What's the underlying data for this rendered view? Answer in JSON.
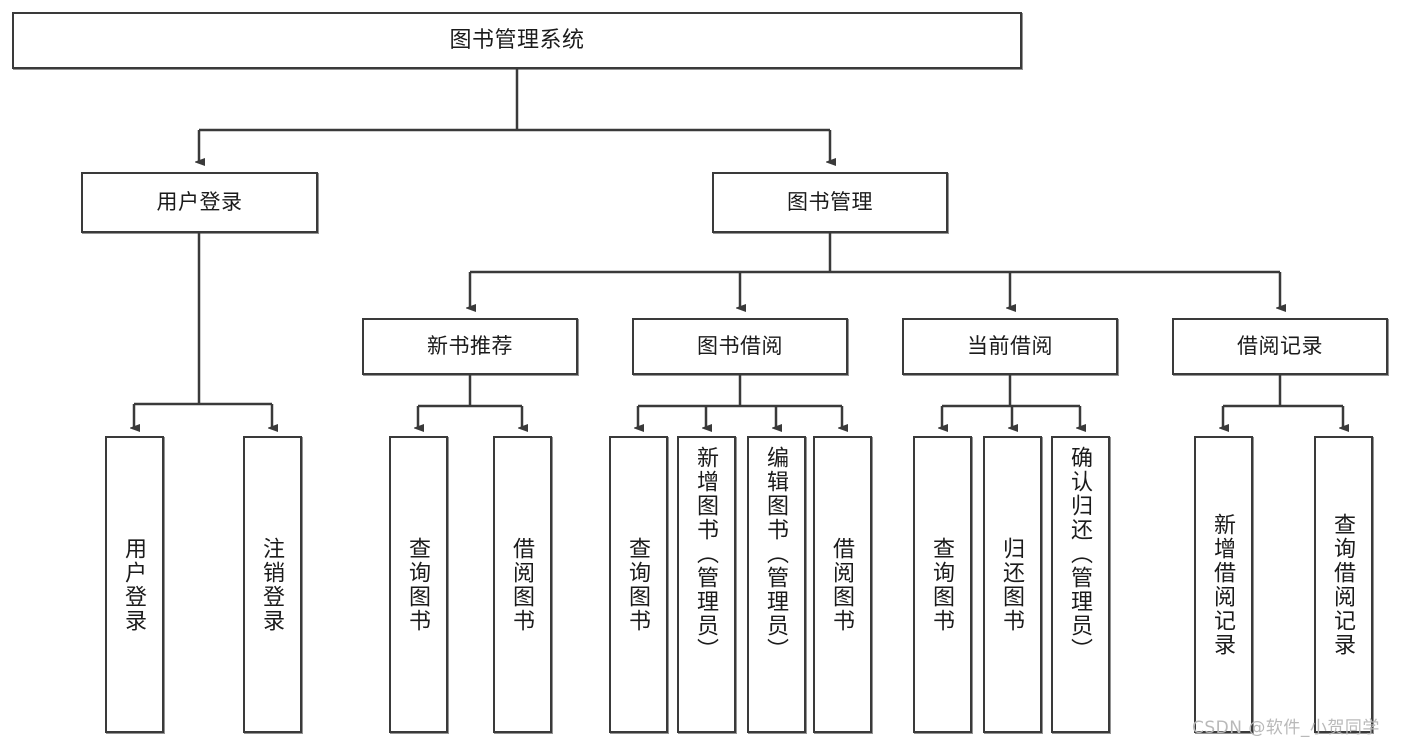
{
  "diagram": {
    "title": "图书管理系统",
    "root": {
      "label": "图书管理系统"
    },
    "level1": [
      {
        "label": "用户登录"
      },
      {
        "label": "图书管理"
      }
    ],
    "level2": [
      {
        "label": "新书推荐"
      },
      {
        "label": "图书借阅"
      },
      {
        "label": "当前借阅"
      },
      {
        "label": "借阅记录"
      }
    ],
    "leaves": {
      "user_login": [
        {
          "label": "用户登录"
        },
        {
          "label": "注销登录"
        }
      ],
      "new_book_recommend": [
        {
          "label": "查询图书"
        },
        {
          "label": "借阅图书"
        }
      ],
      "book_borrow": [
        {
          "label": "查询图书"
        },
        {
          "label": "新增图书（管理员）"
        },
        {
          "label": "编辑图书（管理员）"
        },
        {
          "label": "借阅图书"
        }
      ],
      "current_borrow": [
        {
          "label": "查询图书"
        },
        {
          "label": "归还图书"
        },
        {
          "label": "确认归还（管理员）"
        }
      ],
      "borrow_record": [
        {
          "label": "新增借阅记录"
        },
        {
          "label": "查询借阅记录"
        }
      ]
    }
  },
  "watermark": {
    "text": "CSDN @软件_小贺同学"
  },
  "colors": {
    "border": "#3a3a3a",
    "text": "#1b1b1b",
    "background": "#ffffff",
    "watermark": "#b9b9b9"
  }
}
